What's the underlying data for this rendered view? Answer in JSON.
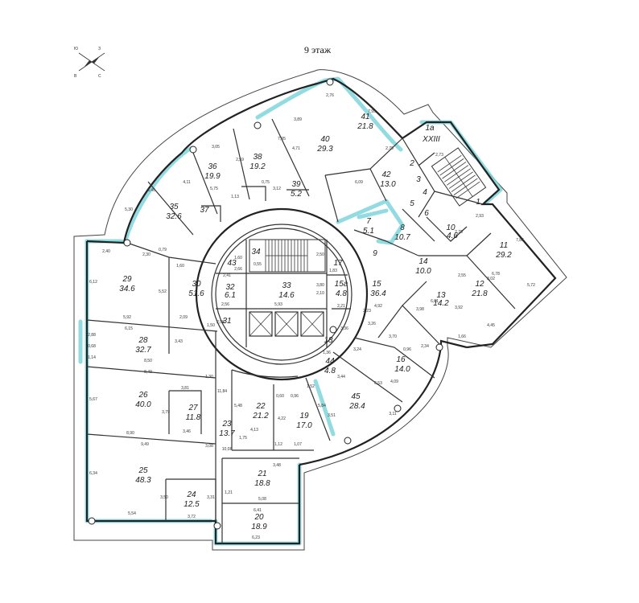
{
  "title": "9 этаж",
  "compass": {
    "labels": [
      "Ю",
      "З",
      "В",
      "С"
    ]
  },
  "rooms": [
    {
      "num": "1а",
      "area": "XXIII"
    },
    {
      "num": "1",
      "area": ""
    },
    {
      "num": "2",
      "area": ""
    },
    {
      "num": "3",
      "area": ""
    },
    {
      "num": "4",
      "area": ""
    },
    {
      "num": "5",
      "area": ""
    },
    {
      "num": "6",
      "area": ""
    },
    {
      "num": "7",
      "area": "5.1"
    },
    {
      "num": "8",
      "area": "10.7"
    },
    {
      "num": "9",
      "area": ""
    },
    {
      "num": "10",
      "area": "4.6"
    },
    {
      "num": "11",
      "area": "29.2"
    },
    {
      "num": "12",
      "area": "21.8"
    },
    {
      "num": "13",
      "area": "14.2"
    },
    {
      "num": "14",
      "area": "10.0"
    },
    {
      "num": "15",
      "area": "36.4"
    },
    {
      "num": "15а",
      "area": "4.8"
    },
    {
      "num": "16",
      "area": "14.0"
    },
    {
      "num": "17",
      "area": ""
    },
    {
      "num": "18",
      "area": ""
    },
    {
      "num": "19",
      "area": "17.0"
    },
    {
      "num": "20",
      "area": "18.9"
    },
    {
      "num": "21",
      "area": "18.8"
    },
    {
      "num": "22",
      "area": "21.2"
    },
    {
      "num": "23",
      "area": "13.7"
    },
    {
      "num": "24",
      "area": "12.5"
    },
    {
      "num": "25",
      "area": "48.3"
    },
    {
      "num": "26",
      "area": "40.0"
    },
    {
      "num": "27",
      "area": "11.8"
    },
    {
      "num": "28",
      "area": "32.7"
    },
    {
      "num": "29",
      "area": "34.6"
    },
    {
      "num": "30",
      "area": "51.6"
    },
    {
      "num": "31",
      "area": ""
    },
    {
      "num": "32",
      "area": "6.1"
    },
    {
      "num": "33",
      "area": "14.6"
    },
    {
      "num": "34",
      "area": ""
    },
    {
      "num": "35",
      "area": "32.6"
    },
    {
      "num": "36",
      "area": "19.9"
    },
    {
      "num": "37",
      "area": ""
    },
    {
      "num": "38",
      "area": "19.2"
    },
    {
      "num": "39",
      "area": "5.2"
    },
    {
      "num": "40",
      "area": "29.3"
    },
    {
      "num": "41",
      "area": "21.8"
    },
    {
      "num": "42",
      "area": "13.0"
    },
    {
      "num": "43",
      "area": ""
    },
    {
      "num": "44",
      "area": "4.8"
    },
    {
      "num": "45",
      "area": "28.4"
    }
  ],
  "dimensions": [
    "2,40",
    "2,30",
    "1,60",
    "0,79",
    "6,12",
    "5,52",
    "5,92",
    "6,15",
    "2,09",
    "1,50",
    "0,68",
    "2,88",
    "1,14",
    "3,43",
    "8,50",
    "8,49",
    "3,81",
    "5,67",
    "3,79",
    "3,46",
    "8,90",
    "9,49",
    "3,08",
    "1,30",
    "6,34",
    "3,50",
    "5,54",
    "3,72",
    "3,31",
    "1,21",
    "6,41",
    "6,23",
    "5,08",
    "3,48",
    "2,21",
    "11,84",
    "4,13",
    "4,22",
    "0,60",
    "0,96",
    "1,52",
    "1,12",
    "1,07",
    "1,75",
    "10,08",
    "5,48",
    "3,36",
    "4,92",
    "3,44",
    "6,53",
    "3,11",
    "3,51",
    "4,09",
    "3,24",
    "0,96",
    "5,84",
    "3,70",
    "1,36",
    "2,34",
    "3,92",
    "1,66",
    "4,45",
    "5,72",
    "6,78",
    "3,02",
    "7,86",
    "2,93",
    "6,01",
    "3,98",
    "2,55",
    "3,05",
    "6,40",
    "5,30",
    "4,11",
    "5,75",
    "2,59",
    "1,13",
    "0,75",
    "3,12",
    "4,71",
    "7,95",
    "3,89",
    "7,95",
    "2,79",
    "2,76",
    "6,09",
    "2,73",
    "2,70",
    "5,93",
    "2,41",
    "2,56",
    "2,58",
    "1,60",
    "2,50",
    "2,66",
    "2,23",
    "0,55",
    "3,26",
    "1,83",
    "3,80",
    "2,10"
  ]
}
